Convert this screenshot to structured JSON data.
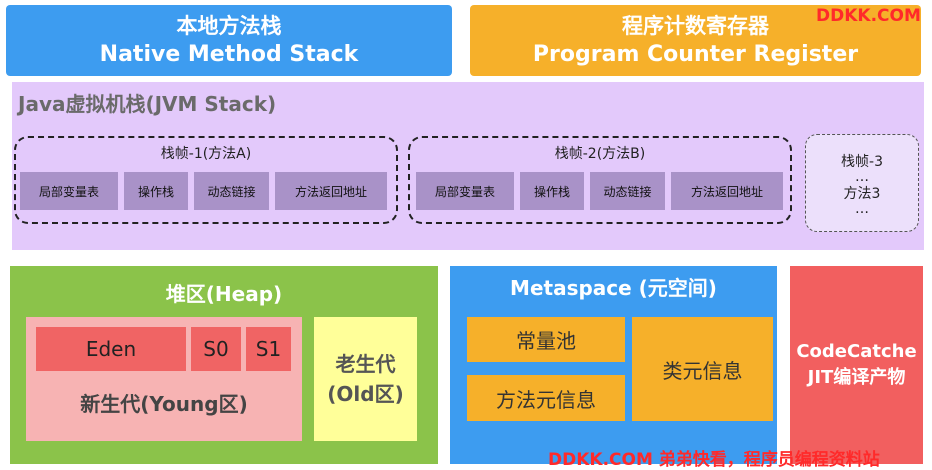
{
  "native_stack": {
    "title_cn": "本地方法栈",
    "title_en": "Native Method Stack"
  },
  "program_counter": {
    "title_cn": "程序计数寄存器",
    "title_en": "Program Counter Register"
  },
  "watermark_top": "DDKK.COM",
  "jvm_stack": {
    "title": "Java虚拟机栈(JVM Stack)",
    "frame1": {
      "title": "栈帧-1(方法A)",
      "slots": [
        "局部变量表",
        "操作栈",
        "动态链接",
        "方法返回地址"
      ]
    },
    "frame2": {
      "title": "栈帧-2(方法B)",
      "slots": [
        "局部变量表",
        "操作栈",
        "动态链接",
        "方法返回地址"
      ]
    },
    "frame3": {
      "title": "栈帧-3",
      "dots1": "…",
      "method": "方法3",
      "dots2": "…"
    }
  },
  "heap": {
    "title": "堆区(Heap)",
    "eden": "Eden",
    "s0": "S0",
    "s1": "S1",
    "young": "新生代(Young区)",
    "old_line1": "老生代",
    "old_line2": "(Old区)"
  },
  "metaspace": {
    "title": "Metaspace (元空间)",
    "constant_pool": "常量池",
    "method_meta": "方法元信息",
    "class_meta": "类元信息"
  },
  "code_cache": {
    "line1": "CodeCatche",
    "line2": "JIT编译产物"
  },
  "watermark_bottom": "DDKK.COM 弟弟快看，程序员编程资料站",
  "colors": {
    "blue": "#3d9cf0",
    "orange": "#f6b02a",
    "purple": "#e3c9fb",
    "green": "#8bc34a",
    "red": "#f25f5f",
    "watermark": "#ff2a2a"
  }
}
